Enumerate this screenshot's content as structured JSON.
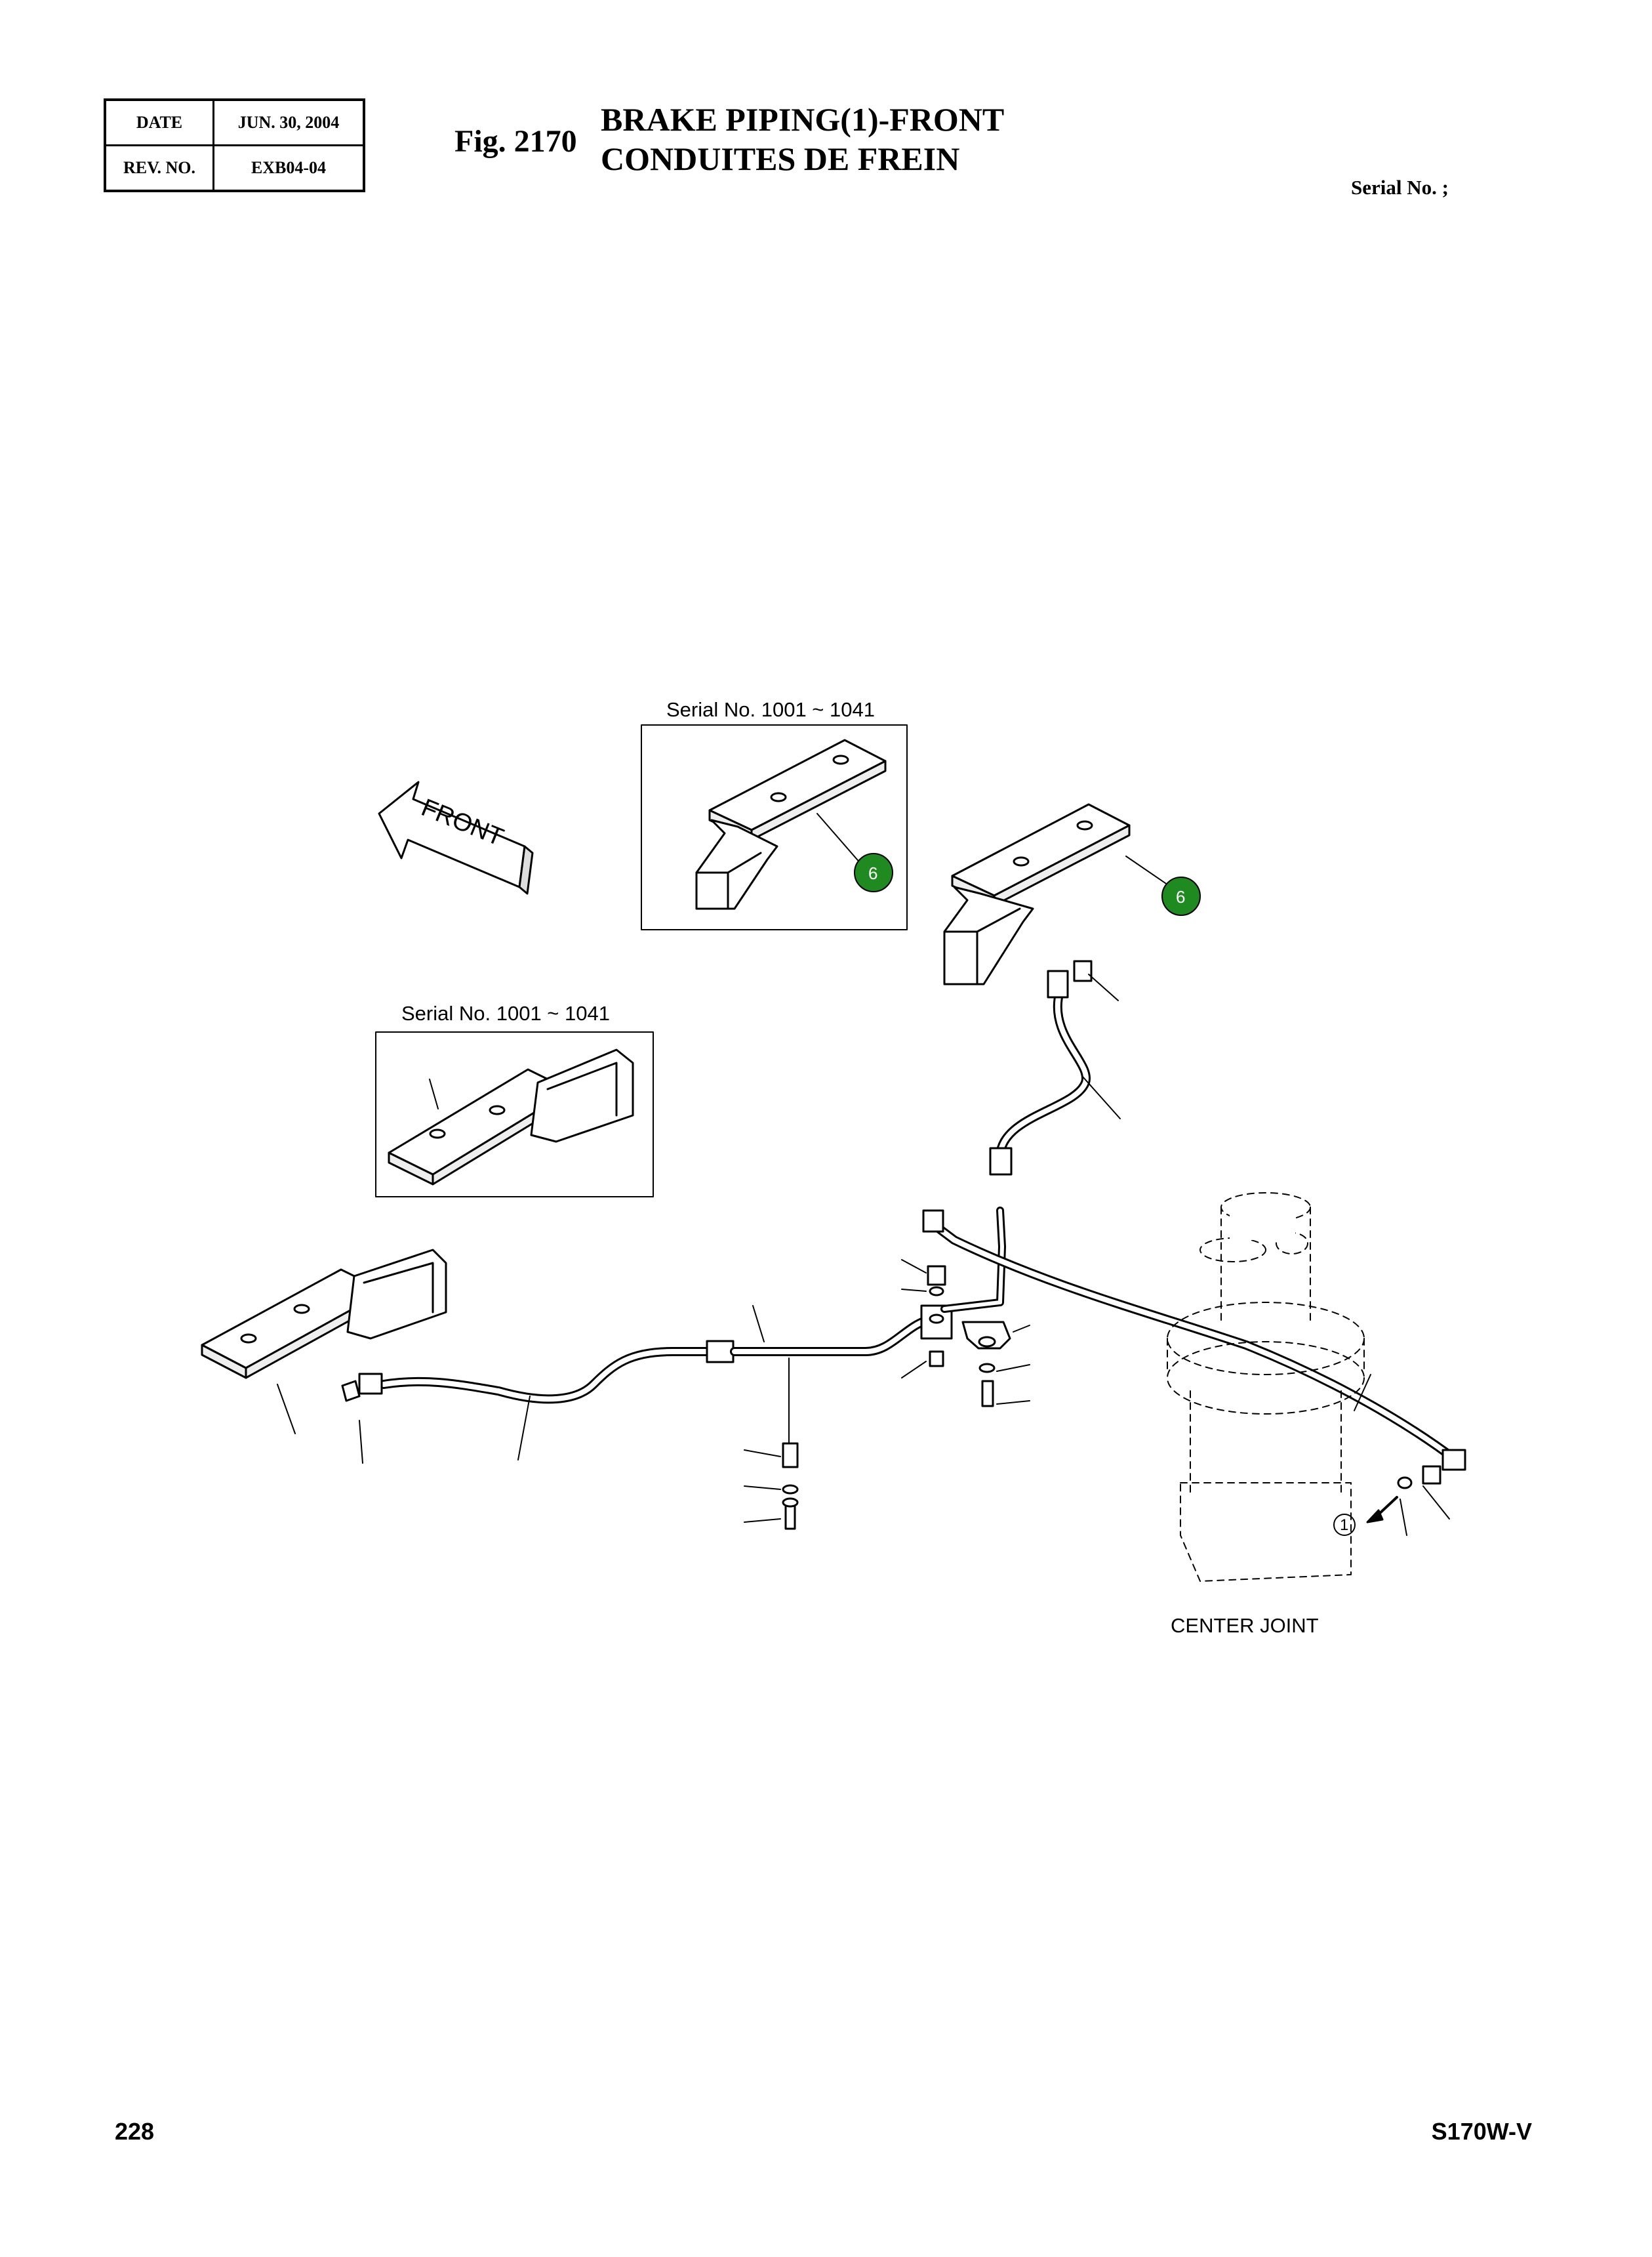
{
  "header": {
    "date_label": "DATE",
    "date_value": "JUN. 30, 2004",
    "rev_label": "REV. NO.",
    "rev_value": "EXB04-04",
    "fig_number": "Fig. 2170",
    "title_en": "BRAKE PIPING(1)-FRONT",
    "title_fr": "CONDUITES DE FREIN",
    "serial_label": "Serial No. ;"
  },
  "drawing": {
    "front_arrow_text": "FRONT",
    "inset_top": {
      "serial": "Serial No. 1001 ~ 1041",
      "callout": "6"
    },
    "main_plate_callout": "6",
    "inset_left": {
      "serial": "Serial No. 1001 ~ 1041"
    },
    "center_joint_label": "CENTER JOINT",
    "port_number": "1",
    "callout_color": "#1f8a1f"
  },
  "footer": {
    "page_number": "228",
    "model": "S170W-V"
  }
}
